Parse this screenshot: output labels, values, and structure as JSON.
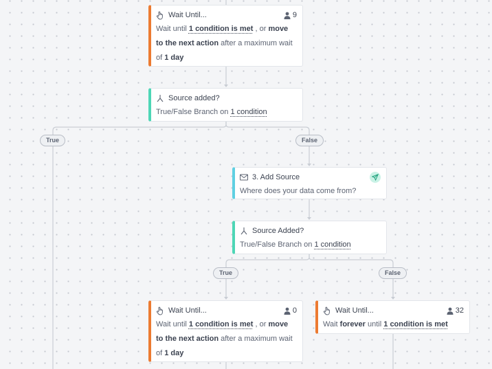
{
  "nodes": {
    "wait_top": {
      "title": "Wait Until...",
      "count": "9",
      "text_prefix": "Wait until",
      "condition": "1 condition is met",
      "text_or": ", or",
      "move": "move to the next action",
      "text_after": "after a maximum wait of",
      "duration": "1 day"
    },
    "branch_1": {
      "title": "Source added?",
      "text_prefix": "True/False Branch on",
      "condition": "1 condition"
    },
    "add_source": {
      "title": "3. Add Source",
      "text": "Where does your data come from?"
    },
    "branch_2": {
      "title": "Source Added?",
      "text_prefix": "True/False Branch on",
      "condition": "1 condition"
    },
    "wait_bottom_left": {
      "title": "Wait Until...",
      "count": "0",
      "text_prefix": "Wait until",
      "condition": "1 condition is met",
      "text_or": ", or",
      "move": "move to the next action",
      "text_after": "after a maximum wait of",
      "duration": "1 day"
    },
    "wait_bottom_right": {
      "title": "Wait Until...",
      "count": "32",
      "text_prefix": "Wait",
      "forever": "forever",
      "text_until": "until",
      "condition": "1 condition is met"
    }
  },
  "labels": {
    "true_1": "True",
    "false_1": "False",
    "true_2": "True",
    "false_2": "False"
  },
  "colors": {
    "wait_accent": "#ec7b32",
    "branch_accent": "#4ed6b6",
    "source_accent": "#5fd0e2",
    "connector": "#c9cdd4"
  },
  "icons": {
    "wait": "hand-icon",
    "count": "person-icon",
    "branch": "branch-icon",
    "source": "envelope-icon",
    "send": "paper-plane-icon"
  }
}
